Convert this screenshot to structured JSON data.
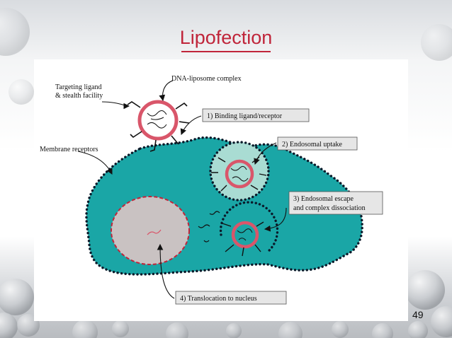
{
  "slide": {
    "title": "Lipofection",
    "page_number": "49"
  },
  "diagram": {
    "labels": {
      "dna_liposome_complex": "DNA-liposome complex",
      "targeting_ligand_line1": "Targeting ligand",
      "targeting_ligand_line2": "& stealth facility",
      "membrane_receptors": "Membrane receptors",
      "step1": "1) Binding ligand/receptor",
      "step2": "2) Endosomal uptake",
      "step3_line1": "3) Endosomal escape",
      "step3_line2": "and complex dissociation",
      "step4": "4) Translocation to nucleus"
    },
    "colors": {
      "cell": "#1aa6a6",
      "cell_membrane_dots": "#0a1a2a",
      "nucleus": "#c9c2c2",
      "nucleus_border": "#c0253a",
      "liposome_ring": "#d9566a",
      "endosome": "#a9dcd3",
      "label_box": "#e6e6e6",
      "title": "#c0253a"
    }
  }
}
